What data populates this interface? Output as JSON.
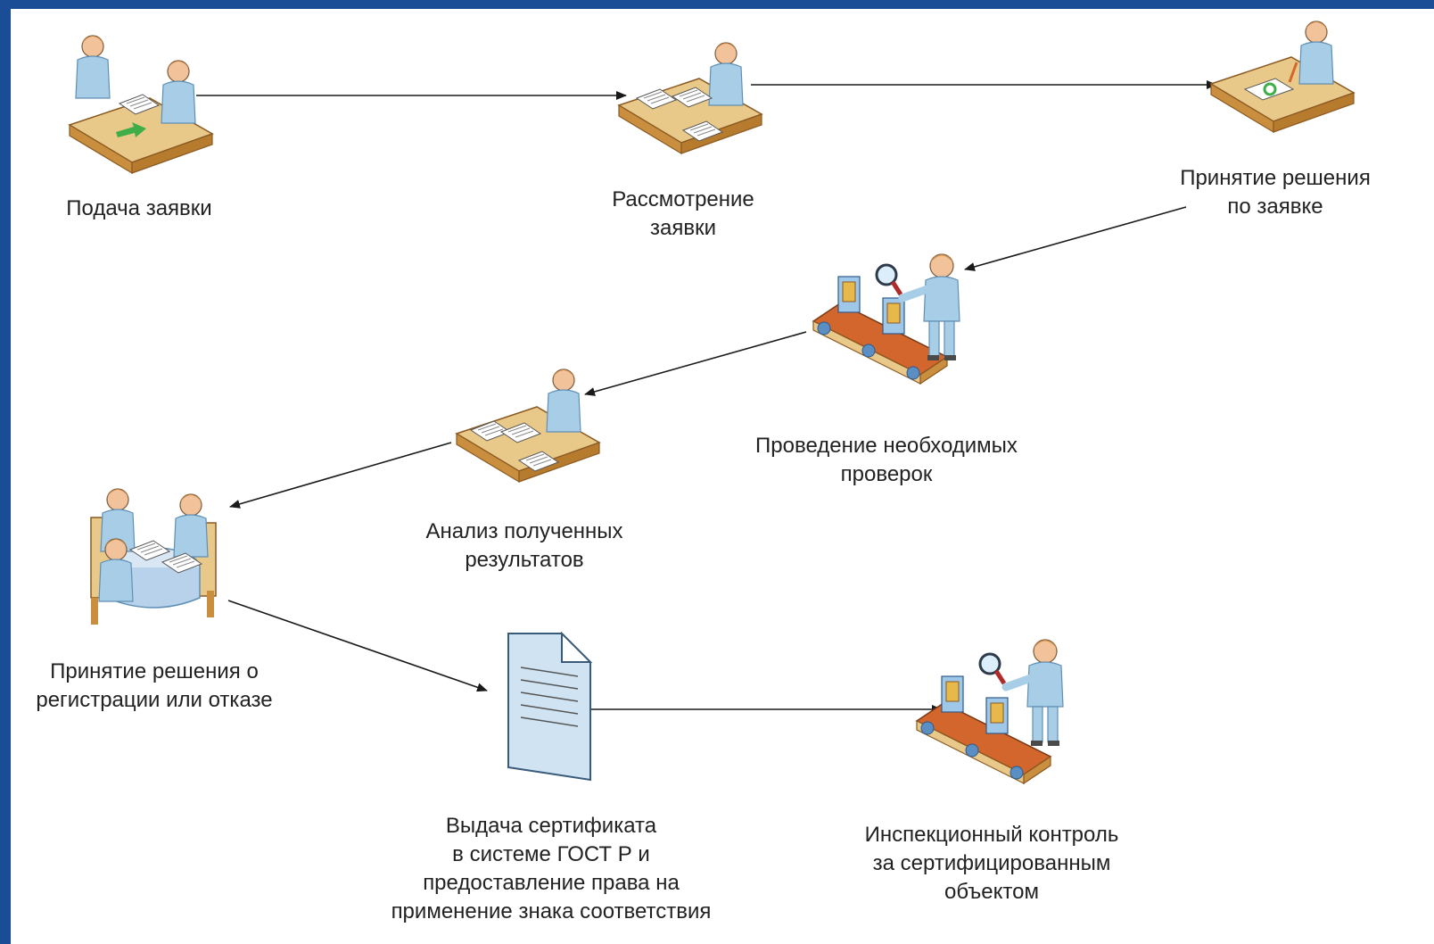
{
  "steps": [
    {
      "id": "submit",
      "lines": [
        "Подача заявки"
      ]
    },
    {
      "id": "review",
      "lines": [
        "Рассмотрение",
        "заявки"
      ]
    },
    {
      "id": "decision",
      "lines": [
        "Принятие решения",
        "по заявке"
      ]
    },
    {
      "id": "checks",
      "lines": [
        "Проведение необходимых",
        "проверок"
      ]
    },
    {
      "id": "analysis",
      "lines": [
        "Анализ полученных",
        "результатов"
      ]
    },
    {
      "id": "registration",
      "lines": [
        "Принятие решения о",
        "регистрации или отказе"
      ]
    },
    {
      "id": "certificate",
      "lines": [
        "Выдача сертификата",
        "в системе ГОСТ Р и",
        "предоставление права на",
        "применение знака соответствия"
      ]
    },
    {
      "id": "inspection",
      "lines": [
        "Инспекционный контроль",
        "за сертифицированным",
        "объектом"
      ]
    }
  ],
  "colors": {
    "frame": "#1a4d96",
    "person": "#a8cde6",
    "person_dark": "#6fa3c8",
    "skin": "#f2c29b",
    "desk": "#e9c98a",
    "desk_edge": "#b77b2e",
    "belt": "#d2662c",
    "roller": "#5b8fc4",
    "arrow": "#1a1a1a"
  }
}
